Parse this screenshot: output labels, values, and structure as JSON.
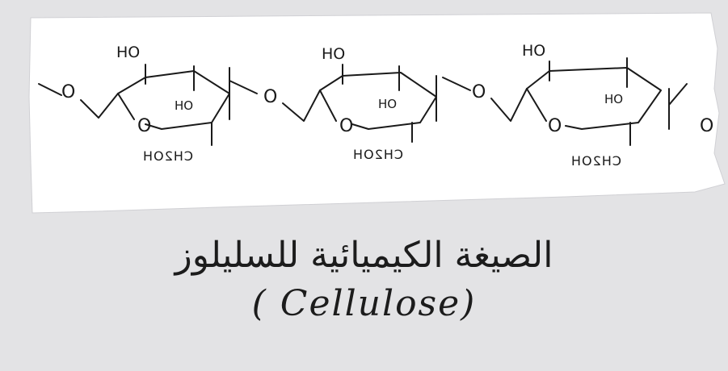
{
  "structure": {
    "units": [
      {
        "ho_top": "HO",
        "ho_inner": "HO",
        "ring_oxygen": "O",
        "ch2oh": "CH2OH"
      },
      {
        "ho_top": "HO",
        "ho_inner": "HO",
        "ring_oxygen": "O",
        "ch2oh": "CH2OH"
      },
      {
        "ho_top": "HO",
        "ho_inner": "HO",
        "ring_oxygen": "O",
        "ch2oh": "CH2OH"
      }
    ],
    "linkage_oxygens": [
      "O",
      "O",
      "O",
      "O"
    ]
  },
  "caption": {
    "arabic": "الصيغة الكيميائية للسليلوز",
    "english": "( Cellulose)"
  },
  "colors": {
    "ink": "#1a1a1a",
    "paper": "#ffffff",
    "background": "#e3e3e5"
  }
}
